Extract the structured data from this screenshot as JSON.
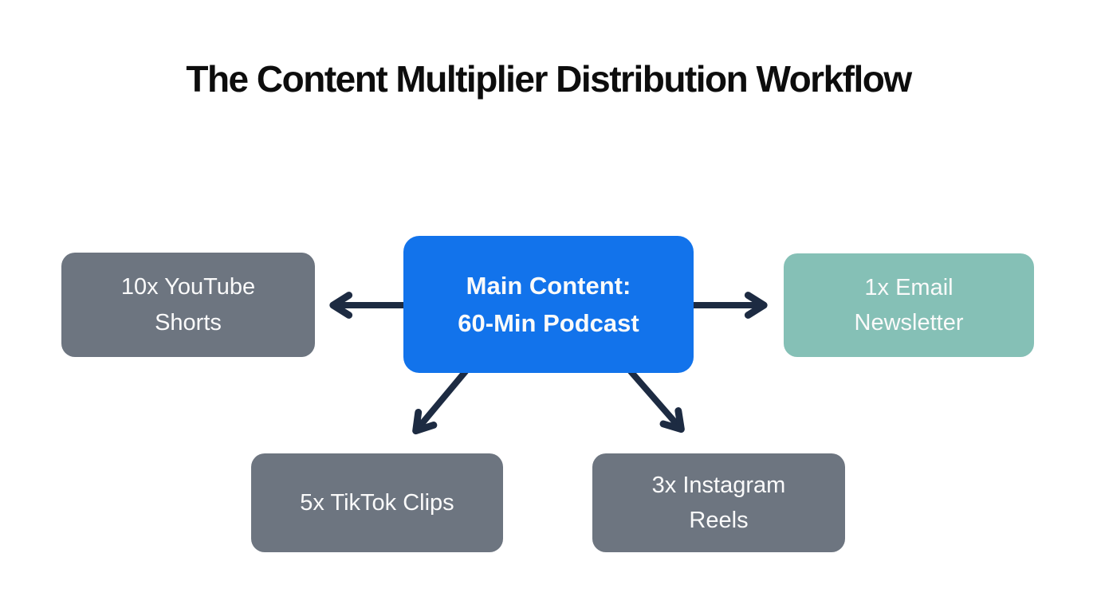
{
  "title": "The Content Multiplier Distribution Workflow",
  "colors": {
    "background": "#ffffff",
    "title_text": "#0d0d0d",
    "main_node": "#1273eb",
    "gray_node": "#6d7580",
    "teal_node": "#85c0b6",
    "node_text": "#fafafa",
    "arrow": "#1d2b42"
  },
  "nodes": {
    "main": {
      "lines": [
        "Main Content:",
        "60-Min Podcast"
      ]
    },
    "youtube_shorts": {
      "lines": [
        "10x YouTube",
        "Shorts"
      ]
    },
    "email_newsletter": {
      "lines": [
        "1x Email",
        "Newsletter"
      ]
    },
    "tiktok_clips": {
      "lines": [
        "5x TikTok Clips"
      ]
    },
    "instagram_reels": {
      "lines": [
        "3x Instagram",
        "Reels"
      ]
    }
  }
}
